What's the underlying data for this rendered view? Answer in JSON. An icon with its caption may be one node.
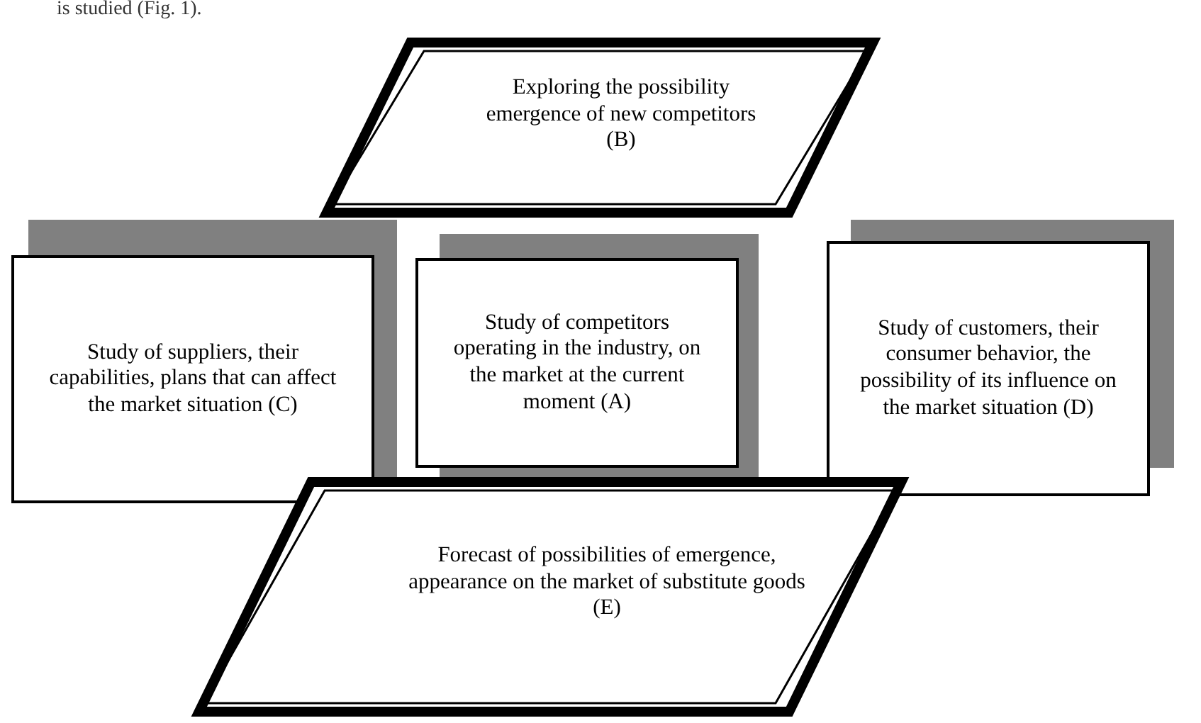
{
  "diagram": {
    "nodes": [
      {
        "text": [
          "Exploring the possibility emergence of new competitors (B)"
        ]
      },
      {
        "text": [
          "Study of suppliers, their capabilities, plans that can affect the market situation (C)"
        ]
      },
      {
        "text": [
          "Study of competitors operating in the industry, on the market at the current moment (A)"
        ]
      },
      {
        "text": [
          "Study of customers, their consumer behavior, the possibility of its influence on the market situation (D)"
        ]
      },
      {
        "text": [
          "Forecast of possibilities of emergence, appearance on the market of substitute goods (E)"
        ]
      }
    ],
    "labels": [
      "is studied (Fig. 1)."
    ]
  }
}
